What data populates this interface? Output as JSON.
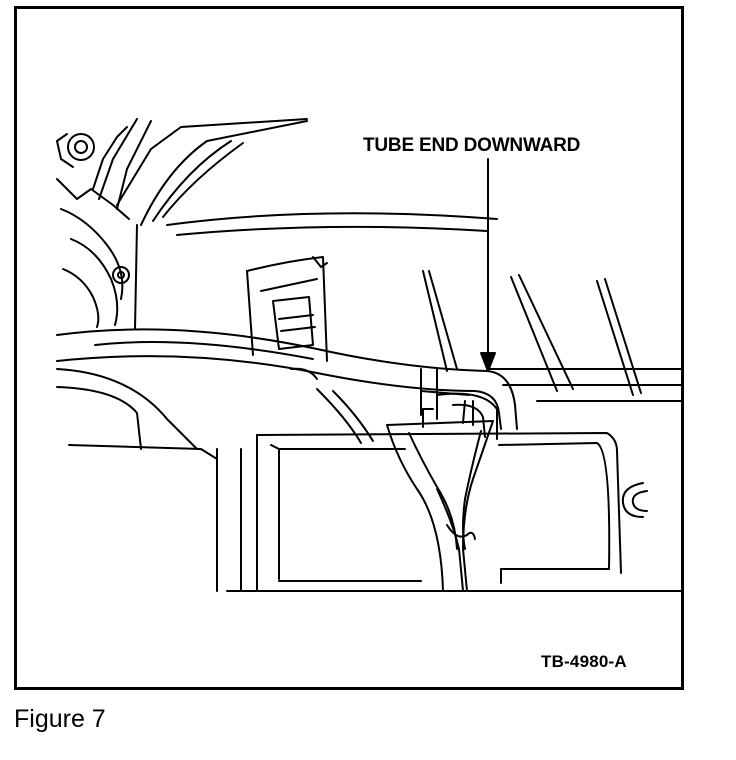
{
  "figure": {
    "callout": "TUBE END DOWNWARD",
    "part_code": "TB-4980-A",
    "caption": "Figure 7"
  },
  "colors": {
    "line": "#000000",
    "background": "#ffffff"
  }
}
